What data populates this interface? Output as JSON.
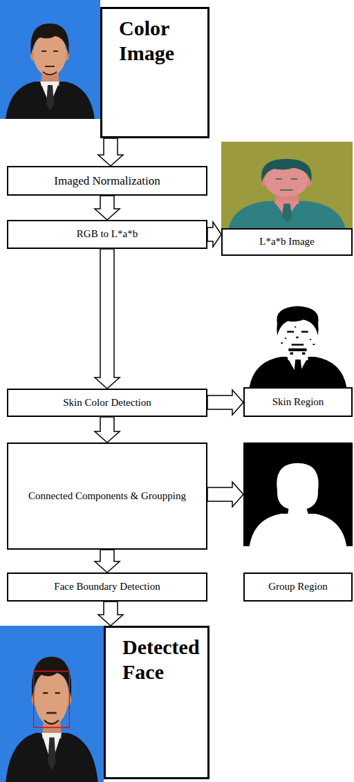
{
  "diagram": {
    "nodes": [
      {
        "text": [
          "Color Image"
        ]
      },
      {
        "text": [
          "Imaged Normalization"
        ]
      },
      {
        "text": [
          "RGB to L*a*b"
        ]
      },
      {
        "text": [
          "L*a*b Image"
        ]
      },
      {
        "text": [
          "Skin Color Detection"
        ]
      },
      {
        "text": [
          "Skin Region"
        ]
      },
      {
        "text": [
          "Connected Components & Groupping"
        ]
      },
      {
        "text": [
          "Group Region"
        ]
      },
      {
        "text": [
          "Face Boundary Detection"
        ]
      },
      {
        "text": [
          "Detected Face"
        ]
      }
    ],
    "edges": [
      {
        "from": 0,
        "to": 1,
        "arrow": "to"
      },
      {
        "from": 1,
        "to": 2,
        "arrow": "to"
      },
      {
        "from": 2,
        "to": 3,
        "arrow": "to"
      },
      {
        "from": 2,
        "to": 4,
        "arrow": "to"
      },
      {
        "from": 4,
        "to": 5,
        "arrow": "to"
      },
      {
        "from": 4,
        "to": 6,
        "arrow": "to"
      },
      {
        "from": 6,
        "to": 7,
        "arrow": "to"
      },
      {
        "from": 6,
        "to": 8,
        "arrow": "to"
      },
      {
        "from": 8,
        "to": 9,
        "arrow": "to"
      }
    ]
  }
}
